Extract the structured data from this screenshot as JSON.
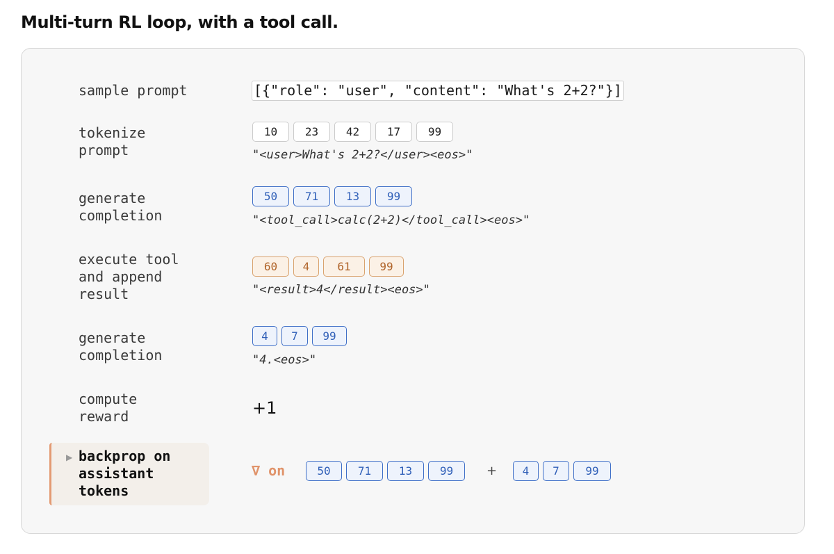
{
  "title": "Multi-turn RL loop, with a tool call.",
  "steps": [
    {
      "label": "sample prompt"
    },
    {
      "label": "tokenize\nprompt"
    },
    {
      "label": "generate\ncompletion"
    },
    {
      "label": "execute tool\nand append\nresult"
    },
    {
      "label": "generate\ncompletion"
    },
    {
      "label": "compute\nreward"
    },
    {
      "label": "backprop on\nassistant\ntokens"
    }
  ],
  "prompt_json": "[{\"role\": \"user\", \"content\": \"What's 2+2?\"}]",
  "prompt_tokens": [
    "10",
    "23",
    "42",
    "17",
    "99"
  ],
  "prompt_decoded": "<user>What's 2+2?</user><eos>",
  "completion1_tokens": [
    "50",
    "71",
    "13",
    "99"
  ],
  "completion1_decoded": "<tool_call>calc(2+2)</tool_call><eos>",
  "tool_result_tokens": [
    "60",
    "4",
    "61",
    "99"
  ],
  "tool_result_decoded": "<result>4</result><eos>",
  "completion2_tokens": [
    "4",
    "7",
    "99"
  ],
  "completion2_decoded": "4.<eos>",
  "reward": "+1",
  "backprop": {
    "label": "∇ on",
    "tokens_a": [
      "50",
      "71",
      "13",
      "99"
    ],
    "plus": "+",
    "tokens_b": [
      "4",
      "7",
      "99"
    ]
  },
  "colors": {
    "assistant_token": "#3f6fc7",
    "tool_token": "#d9a36e",
    "prompt_token": "#cccccc",
    "gradient_accent": "#e0936a"
  },
  "icons": {
    "active_step_marker": "triangle-right-icon"
  }
}
